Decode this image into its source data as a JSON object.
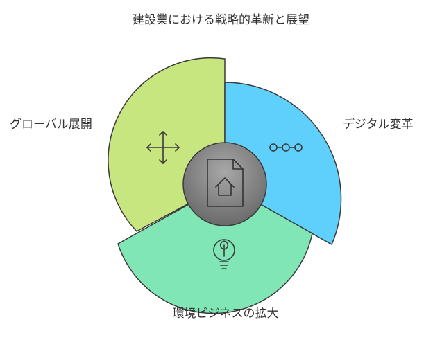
{
  "title": "建設業における戦略的革新と展望",
  "segments": [
    {
      "id": "global",
      "label": "グローバル展開",
      "color": "#c8e67f",
      "icon": "move-arrows-icon"
    },
    {
      "id": "digital",
      "label": "デジタル変革",
      "color": "#5fd0fb",
      "icon": "connected-nodes-icon"
    },
    {
      "id": "env",
      "label": "環境ビジネスの拡大",
      "color": "#80e6b5",
      "icon": "sprout-bulb-icon"
    }
  ],
  "center": {
    "icon": "document-house-icon",
    "color": "#7a7a7a"
  },
  "stroke_color": "#3a3a3a"
}
